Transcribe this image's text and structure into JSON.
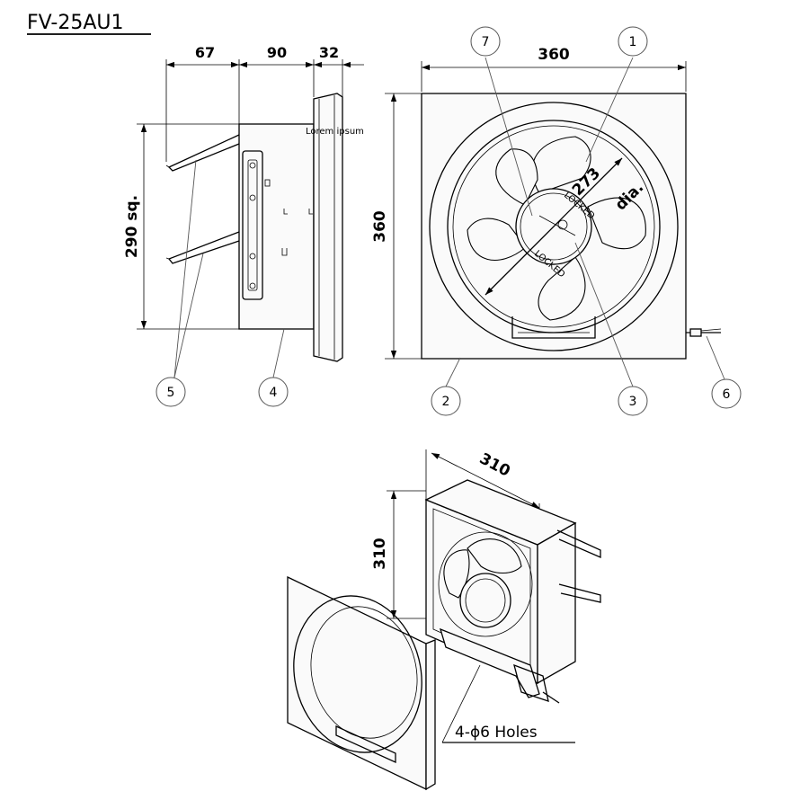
{
  "title": "FV-25AU1",
  "side_view": {
    "dim_top": [
      "67",
      "90",
      "32"
    ],
    "dim_height": "290 sq.",
    "label": "Lorem ipsum"
  },
  "front_view": {
    "dim_width": "360",
    "dim_height": "360",
    "diameter_value": "273",
    "diameter_unit": "dia.",
    "hub_text": [
      "LOCKED",
      "LOCKED"
    ]
  },
  "exploded_view": {
    "dim_width": "310",
    "dim_height": "310",
    "holes_note": "4-ϕ6 Holes"
  },
  "callouts": [
    "1",
    "2",
    "3",
    "4",
    "5",
    "6",
    "7"
  ]
}
